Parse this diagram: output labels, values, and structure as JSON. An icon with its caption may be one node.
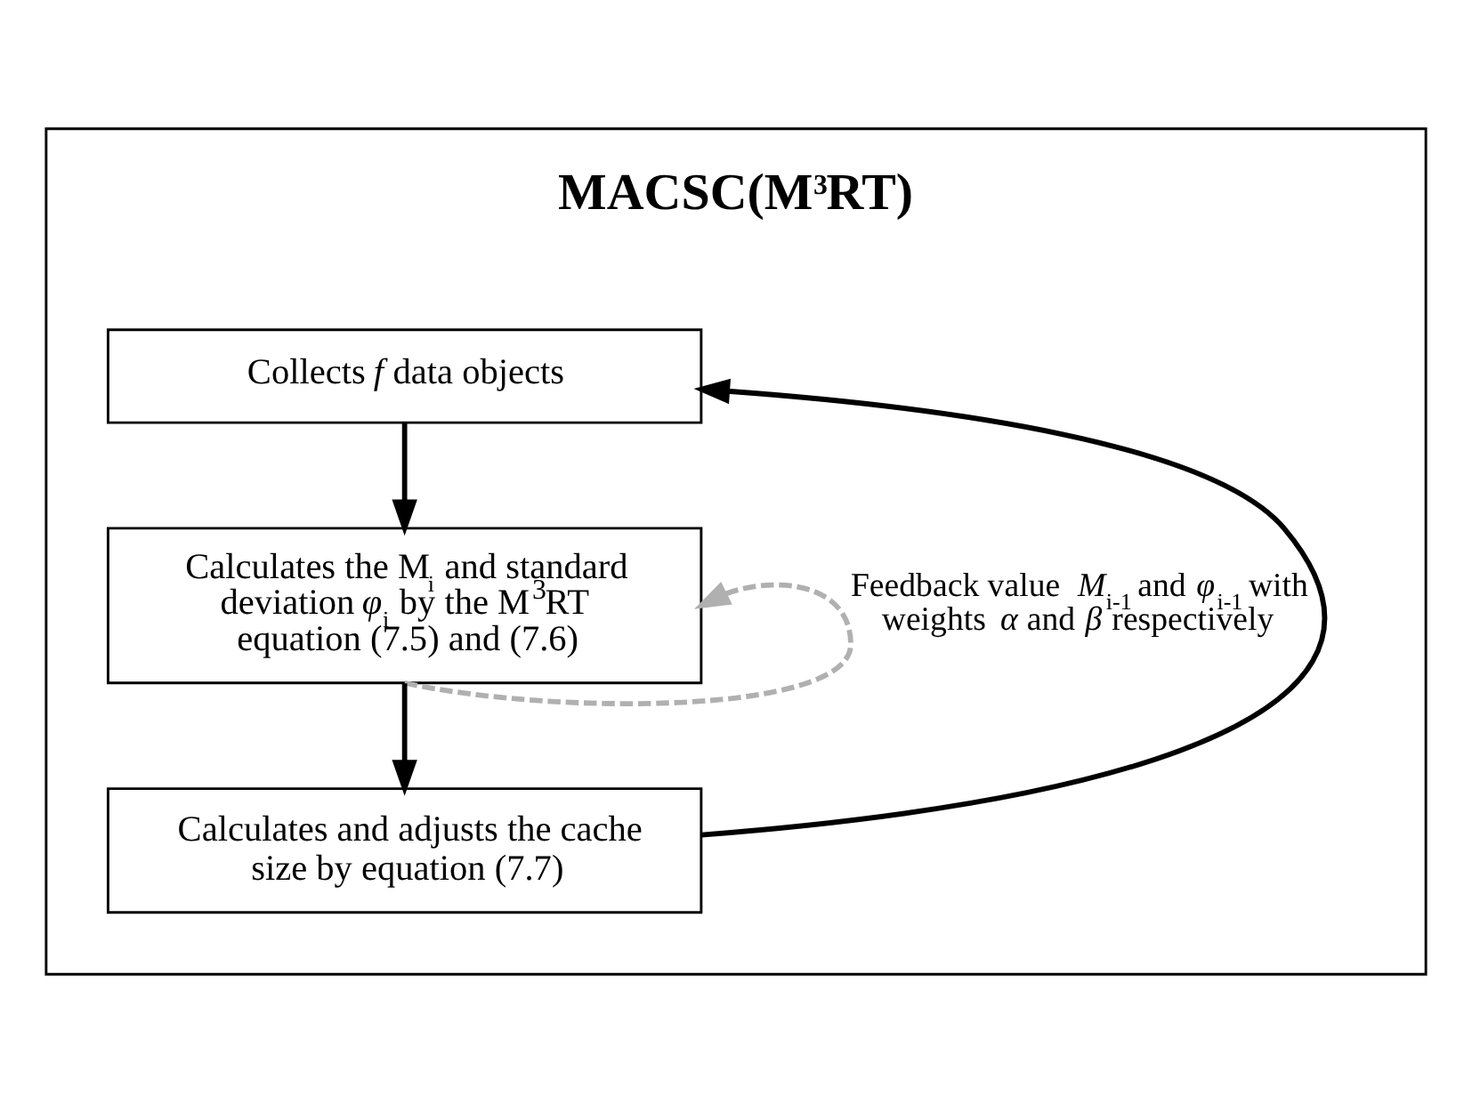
{
  "diagram": {
    "nodes": [
      {
        "text": [
          "MACSC(M$^{3}$RT)"
        ]
      },
      {
        "text": [
          "Collects *f* data objects"
        ],
        "in": 0
      },
      {
        "text": [
          "Calculates the M$_{i}$ and standard deviation *φ*$_{i}$ by the M$^{3}$RT equation (7.5) and (7.6)"
        ],
        "in": 0
      },
      {
        "text": [
          "Calculates and adjusts the cache size by equation (7.7)"
        ],
        "in": 0
      }
    ],
    "edges": [
      {
        "from": 1,
        "to": 2,
        "arrow": "to"
      },
      {
        "from": 2,
        "to": 3,
        "arrow": "to"
      },
      {
        "from": 3,
        "to": 1,
        "arrow": "to"
      },
      {
        "from": 2,
        "to": 2,
        "arrow": "to",
        "label": "Feedback value *M*$_{i-1}$ and *φ*$_{i-1}$ with weights *α* and *β* respectively",
        "style": "dashed",
        "color": "#b0b0b0"
      }
    ]
  }
}
